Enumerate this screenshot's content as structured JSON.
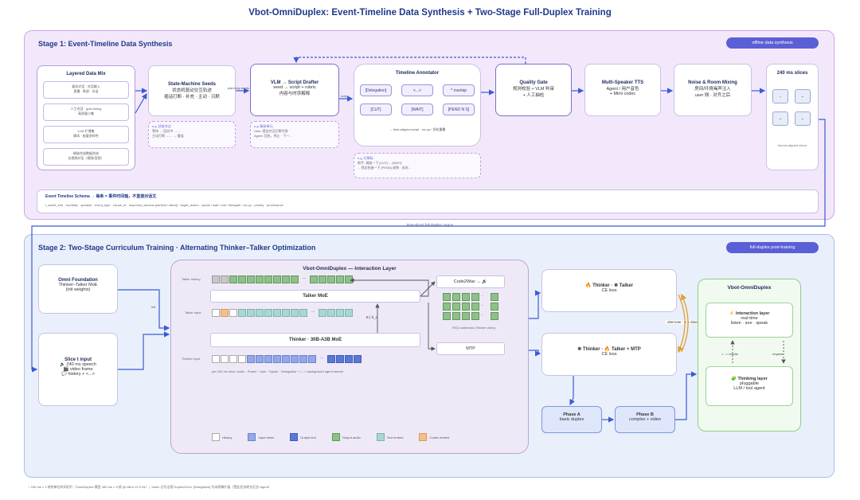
{
  "title": "Vbot-OmniDuplex: Event-Timeline Data Synthesis + Two-Stage Full-Duplex Training",
  "stage1": {
    "title": "Stage 1: Event-Timeline Data Synthesis",
    "pill": "offline data synthesis",
    "layered": {
      "title": "Layered Data Mix",
      "items": [
        "真实对话 · 对话输入\n直播 · 幹部 · 访谈",
        "人工对话 · gold timing\n高质量小集",
        "LLM 扩增集\n脚本 · 批量多样性",
        "稀缺合成数据合成\n长视频对话（视频/音频）"
      ]
    },
    "seeds": {
      "title": "State-Machine Seeds",
      "line1": "状态机驱动交互轨迹",
      "line2": "插话打断 · 补充 · 主动 · 沉默"
    },
    "seeds_note": {
      "title": "e.g. 状态节点",
      "line1": "等待 → 回应中 → ...",
      "line2": "主动打断 → ... → 重连"
    },
    "arrow_seeds": "planning seeds",
    "drafter": {
      "title": "VLM → Script Drafter",
      "line1": "seed → script + rubric",
      "line2": "内容与时序解释"
    },
    "drafter_note": {
      "title": "e.g. 脚本单元",
      "line1": "User: 提出并且打断作答",
      "line2": "Agent: 回应，停止 · 下一..."
    },
    "arrow_script": "script",
    "annotator": {
      "title": "Timeline Annotator",
      "tags": [
        "[Delegation]",
        "<...>",
        "^ overlap",
        "[CUT]",
        "[WAIT]",
        "[PEND N S]"
      ],
      "footer": "→ time-aligned script · no-op / 多轨重叠"
    },
    "annotator_note": {
      "title": "e.g. 打断标",
      "line1": "助手: 调度一下 [CUT] ... [WAIT]",
      "line2": "... 然后检查一下 [PEND] 成熟 · 关闭..."
    },
    "quality": {
      "title": "Quality Gate",
      "line1": "规则校验 + VLM 判审",
      "line2": "+ 人工抽检"
    },
    "tts": {
      "title": "Multi-Speaker TTS",
      "line1": "Agent / 用户音色",
      "line2": "+ Mimi codec"
    },
    "noise": {
      "title": "Noise & Room Mixing",
      "line1": "房间/环境噪声注入",
      "line2": "user 侧 · 对齐之后"
    },
    "slices": {
      "title": "240 ms slices",
      "items": [
        "ᵃ",
        "ᵃᵛ",
        "ᵃᵛ",
        "ᵃᵛ"
      ],
      "footer": "thumb-aligned slices"
    },
    "schema": {
      "title": "Event Timeline Schema → 每条 = 事件时间轴，不直接对话文",
      "fields": "t_start/t_end · modality · speaker · event_type · cause_id · response_window [earliest / latest] · target_action · speak / wait / call / delegate / no-op · priority · provenance"
    },
    "output_label": "time-sliced full-duplex corpus"
  },
  "stage2": {
    "title": "Stage 2: Two-Stage Curriculum Training · Alternating Thinker–Talker Optimization",
    "pill": "full-duplex post-training",
    "omni": {
      "title": "Omni Foundation",
      "line1": "Thinker–Talker MoE",
      "line2": "(init weights)"
    },
    "arrow_init": "init",
    "slice_input": {
      "title": "Slice t input",
      "line1": "🔈 240 ms speech",
      "line2": "🎬 video frame",
      "line3": "💬 history + <...>"
    },
    "interaction_layer": {
      "title": "Vbot-OmniDuplex — Interaction Layer",
      "talker_history": "Talker history",
      "talker_input": "Talker input",
      "thinker_input": "Thinker input",
      "talker_moe": "Talker MoE",
      "thinker_moe": "Thinker · 30B-A3B MoE",
      "code2wav": "Code2Wav → 🔊",
      "mtp": "MTP",
      "rvq": "RVQ codebooks (Thinker video)",
      "eh_label": "E | h_c",
      "dots": "...",
      "caption": "per 240 ms slice: Audio · Frame · User · Speak · Delegation + <...> background agent stream",
      "legend": [
        "History",
        "Input token",
        "Output text",
        "Output audio",
        "Text embed",
        "Codec embed"
      ]
    },
    "loss1": {
      "a": "🔥 Thinker ·",
      "b": "❄ Talker",
      "line1": "CE loss"
    },
    "loss2": {
      "a": "❄ Thinker ·",
      "b": "🔥 Talker + MTP",
      "line1": "CE loss"
    },
    "alternate": "alternate · 1:1 data",
    "phase_a": {
      "title": "Phase A",
      "line1": "basic duplex"
    },
    "phase_b": {
      "title": "Phase B",
      "line1": "complex + video"
    },
    "vbot": {
      "title": "Vbot-OmniDuplex",
      "interaction": {
        "title": "⚡ Interaction layer",
        "line1": "real-time",
        "line2": "listen · see · speak"
      },
      "thinking": {
        "title": "🧩 Thinking layer",
        "line1": "pluggable",
        "line2": "LLM / tool agent"
      },
      "arrow_results": "<...> results",
      "arrow_request": "request"
    }
  },
  "footnote": "* 240 ms × 1 帧的单位时间切片（OmniDuplex 模型 480 ms × 6 帧 @ Mimi 12.5 Hz）；token 记号沿用 DuplexOmni. [Delegation] 为本原稿扩展（受此任务转交后台 Agent）",
  "colors": {
    "accent": "#5b5fd6",
    "stage1_bg": "#f3e8fb",
    "stage2_bg": "#e9f0fb",
    "green": "#8fc08a",
    "blue": "#93a8e6",
    "orange": "#f2c08a"
  }
}
